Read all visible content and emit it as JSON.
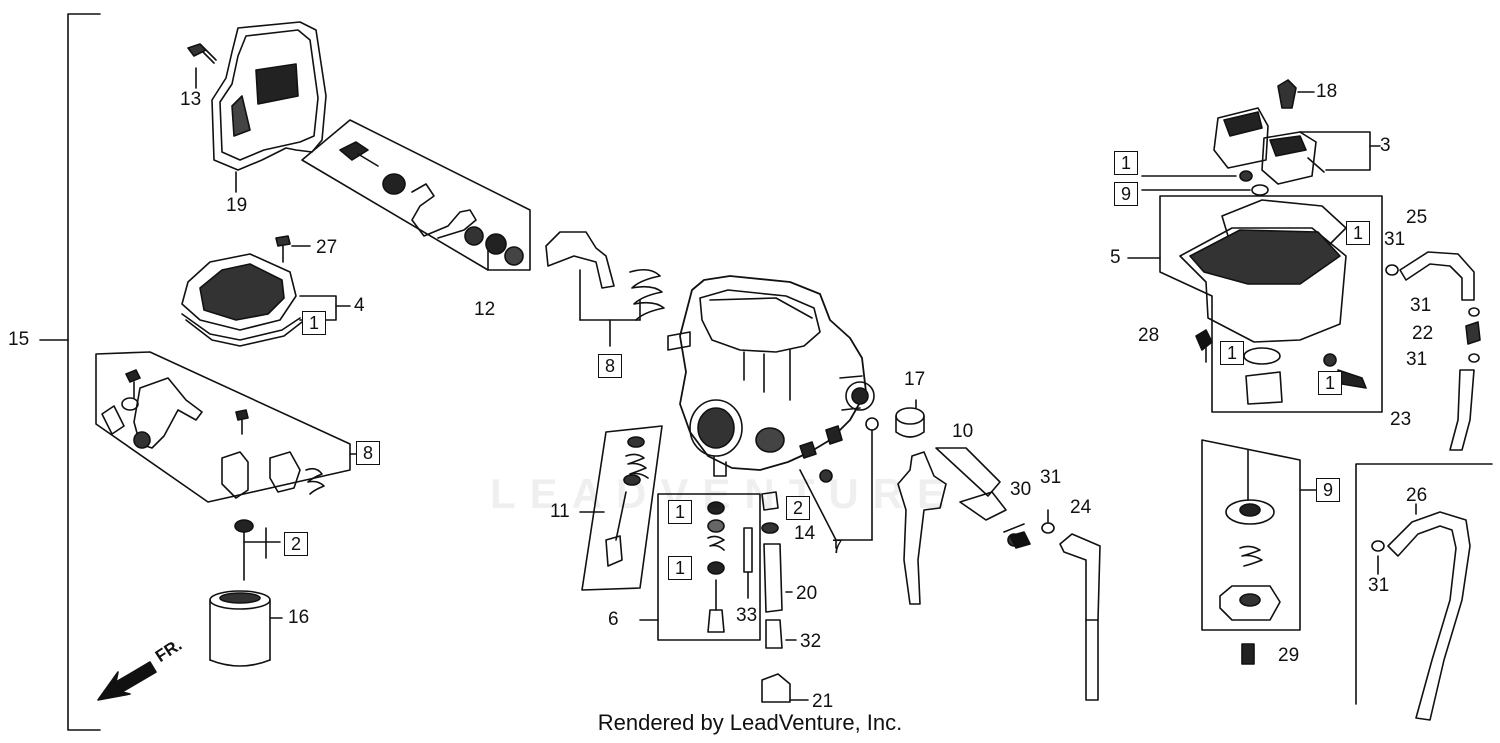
{
  "diagram": {
    "callouts": [
      {
        "id": "c15",
        "text": "15"
      },
      {
        "id": "c13",
        "text": "13"
      },
      {
        "id": "c19",
        "text": "19"
      },
      {
        "id": "c27",
        "text": "27"
      },
      {
        "id": "c4",
        "text": "4"
      },
      {
        "id": "c4b",
        "text": "1"
      },
      {
        "id": "c12",
        "text": "12"
      },
      {
        "id": "c8a",
        "text": "8"
      },
      {
        "id": "c8b",
        "text": "8"
      },
      {
        "id": "c2a",
        "text": "2"
      },
      {
        "id": "c16",
        "text": "16"
      },
      {
        "id": "c11",
        "text": "11"
      },
      {
        "id": "c6",
        "text": "6"
      },
      {
        "id": "c1a",
        "text": "1"
      },
      {
        "id": "c1b",
        "text": "1"
      },
      {
        "id": "c2b",
        "text": "2"
      },
      {
        "id": "c14",
        "text": "14"
      },
      {
        "id": "c7",
        "text": "7"
      },
      {
        "id": "c20",
        "text": "20"
      },
      {
        "id": "c33",
        "text": "33"
      },
      {
        "id": "c32",
        "text": "32"
      },
      {
        "id": "c21",
        "text": "21"
      },
      {
        "id": "c17",
        "text": "17"
      },
      {
        "id": "c10",
        "text": "10"
      },
      {
        "id": "c30",
        "text": "30"
      },
      {
        "id": "c31a",
        "text": "31"
      },
      {
        "id": "c24",
        "text": "24"
      },
      {
        "id": "c18",
        "text": "18"
      },
      {
        "id": "c3",
        "text": "3"
      },
      {
        "id": "c1c",
        "text": "1"
      },
      {
        "id": "c9a",
        "text": "9"
      },
      {
        "id": "c5",
        "text": "5"
      },
      {
        "id": "c1d",
        "text": "1"
      },
      {
        "id": "c25",
        "text": "25"
      },
      {
        "id": "c31b",
        "text": "31"
      },
      {
        "id": "c31c",
        "text": "31"
      },
      {
        "id": "c22",
        "text": "22"
      },
      {
        "id": "c31d",
        "text": "31"
      },
      {
        "id": "c28",
        "text": "28"
      },
      {
        "id": "c1e",
        "text": "1"
      },
      {
        "id": "c1f",
        "text": "1"
      },
      {
        "id": "c23",
        "text": "23"
      },
      {
        "id": "c9b",
        "text": "9"
      },
      {
        "id": "c26",
        "text": "26"
      },
      {
        "id": "c31e",
        "text": "31"
      },
      {
        "id": "c29",
        "text": "29"
      }
    ],
    "front_indicator": "FR.",
    "watermark": "LEADVENTURE",
    "footer_credit": "Rendered by LeadVenture, Inc."
  }
}
